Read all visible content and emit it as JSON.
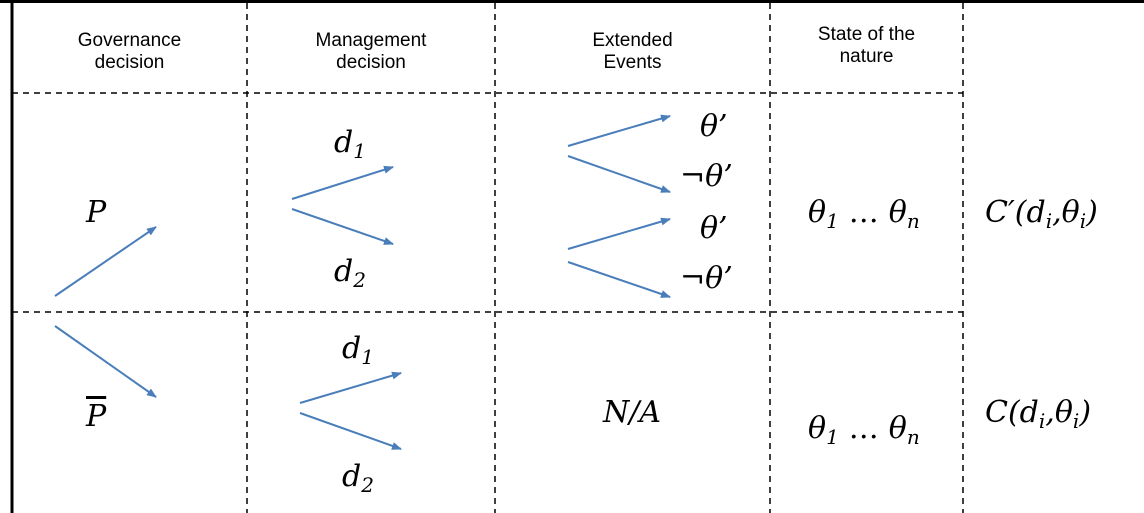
{
  "headers": {
    "governance": [
      "Governance",
      "decision"
    ],
    "management": [
      "Management",
      "decision"
    ],
    "extended": [
      "Extended",
      "Events"
    ],
    "state": [
      "State of the",
      "nature"
    ]
  },
  "row1": {
    "governance": "P",
    "decision_1": {
      "base": "d",
      "sub": "1"
    },
    "decision_2": {
      "base": "d",
      "sub": "2"
    },
    "event_a": "θ’",
    "event_not_a": "¬θ’",
    "event_b": "θ’",
    "event_not_b": "¬θ’",
    "state": {
      "first": "θ",
      "first_sub": "1",
      "ellipsis": "…",
      "last": "θ",
      "last_sub": "n"
    },
    "cost": {
      "name": "C′",
      "args": "(d",
      "i": "i",
      "sep": ",θ",
      "i2": "i",
      "close": ")"
    }
  },
  "row2": {
    "governance": "P",
    "decision_1": {
      "base": "d",
      "sub": "1"
    },
    "decision_2": {
      "base": "d",
      "sub": "2"
    },
    "events": "N/A",
    "state": {
      "first": "θ",
      "first_sub": "1",
      "ellipsis": "…",
      "last": "θ",
      "last_sub": "n"
    },
    "cost": {
      "name": "C",
      "args": "(d",
      "i": "i",
      "sep": ",θ",
      "i2": "i",
      "close": ")"
    }
  },
  "colors": {
    "arrow": "#4a7ebb",
    "grid": "#000000"
  }
}
